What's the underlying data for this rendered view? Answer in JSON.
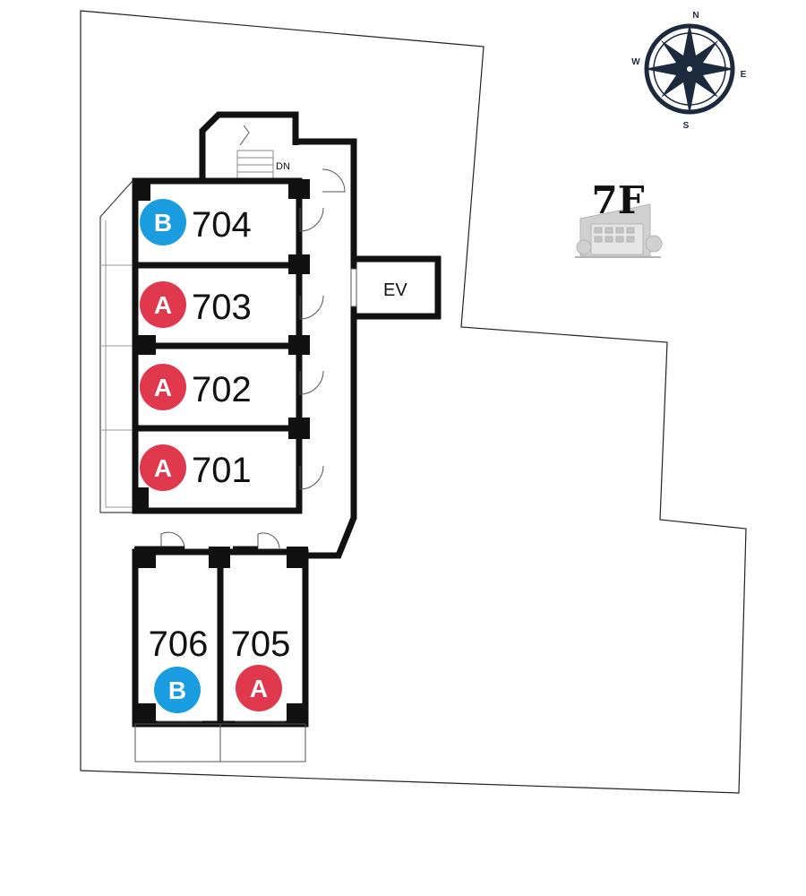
{
  "floor": {
    "label": "7F"
  },
  "compass": {
    "north": "N",
    "south": "S",
    "east": "E",
    "west": "W",
    "color": "#1b2a3d"
  },
  "stairs": {
    "label": "DN"
  },
  "elevator": {
    "label": "EV"
  },
  "badge_colors": {
    "A": "#e0384c",
    "B": "#1a9de0"
  },
  "units": [
    {
      "number": "704",
      "type": "B"
    },
    {
      "number": "703",
      "type": "A"
    },
    {
      "number": "702",
      "type": "A"
    },
    {
      "number": "701",
      "type": "A"
    },
    {
      "number": "706",
      "type": "B"
    },
    {
      "number": "705",
      "type": "A"
    }
  ]
}
